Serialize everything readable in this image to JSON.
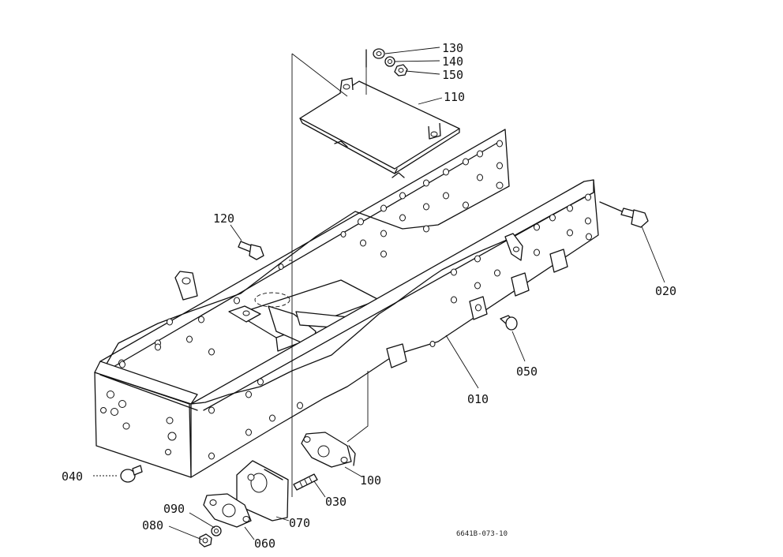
{
  "parts": {
    "p010": "010",
    "p020": "020",
    "p030": "030",
    "p040": "040",
    "p050": "050",
    "p060": "060",
    "p070": "070",
    "p080": "080",
    "p090": "090",
    "p100": "100",
    "p110": "110",
    "p120": "120",
    "p130": "130",
    "p140": "140",
    "p150": "150"
  },
  "drawing_code": "6641B-073-10"
}
